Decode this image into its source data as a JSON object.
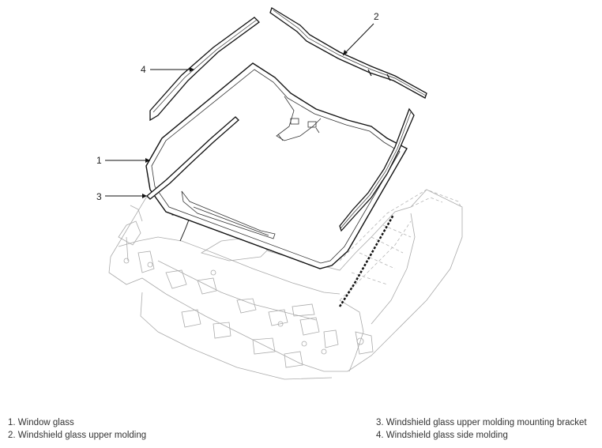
{
  "callouts": {
    "c1": "1",
    "c2": "2",
    "c3": "3",
    "c4": "4"
  },
  "legend": {
    "item1": "1. Window glass",
    "item2": "2. Windshield glass upper molding",
    "item3": "3. Windshield glass upper molding mounting bracket",
    "item4": "4. Windshield glass side molding"
  }
}
